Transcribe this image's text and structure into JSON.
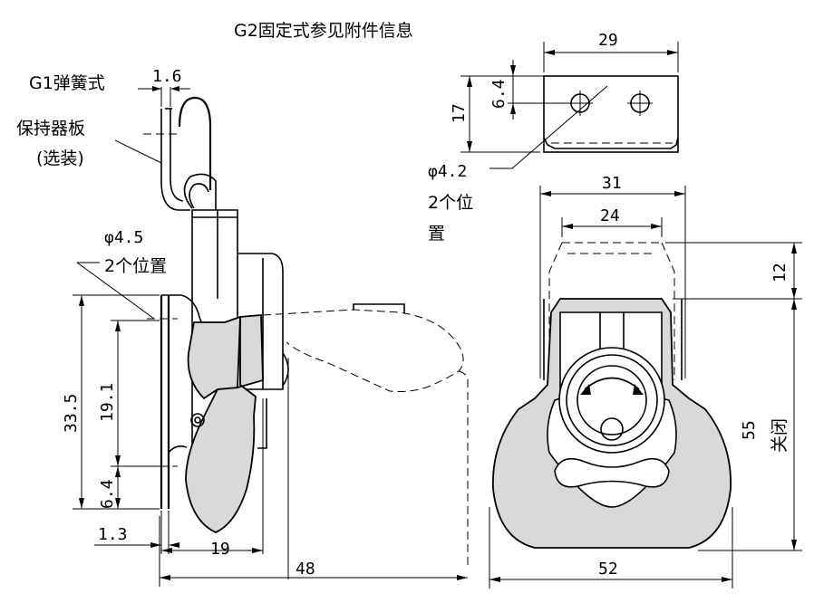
{
  "titles": {
    "g2_note": "G2固定式参见附件信息",
    "g1_note": "G1弹簧式",
    "plate_line1": "保持器板",
    "plate_line2": "(选装)",
    "hole_side_dia": "φ4.5",
    "hole_side_count": "2个位置",
    "hole_top_dia": "φ4.2",
    "hole_top_count1": "2个位",
    "hole_top_count2": "置",
    "closed": "关闭"
  },
  "dimensions": {
    "d_1_6": "1.6",
    "d_29": "29",
    "d_17": "17",
    "d_6_4_top": "6.4",
    "d_31": "31",
    "d_24": "24",
    "d_12": "12",
    "d_55": "55",
    "d_33_5": "33.5",
    "d_19_1": "19.1",
    "d_6_4_side": "6.4",
    "d_1_3": "1.3",
    "d_19": "19",
    "d_48": "48",
    "d_52": "52"
  }
}
